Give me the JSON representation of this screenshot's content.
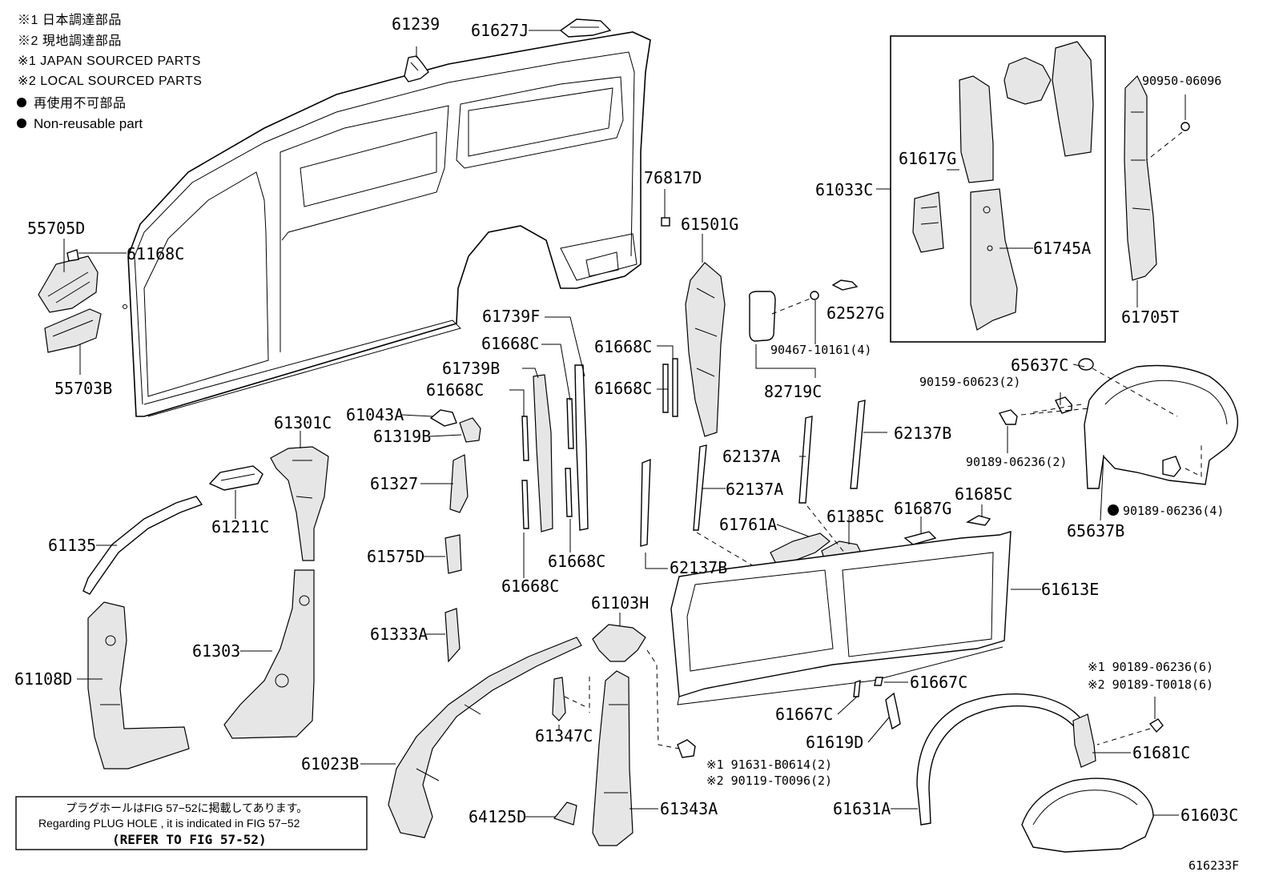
{
  "legend": {
    "line1": "※1  日本調達部品",
    "line2": "※2  現地調達部品",
    "line3": "※1  JAPAN SOURCED PARTS",
    "line4": "※2  LOCAL SOURCED PARTS",
    "line5": "再使用不可部品",
    "line6": "Non-reusable part"
  },
  "note": {
    "jp": "プラグホールはFIG 57−52に掲載してあります。",
    "en": "Regarding  PLUG  HOLE , it is indicated in FIG  57−52",
    "ref": "(REFER TO FIG 57-52)"
  },
  "figure_id": "616233F",
  "labels": {
    "p61239": "61239",
    "p61627J": "61627J",
    "p55705D": "55705D",
    "p61168C": "61168C",
    "p55703B": "55703B",
    "p76817D": "76817D",
    "p61501G": "61501G",
    "p61033C": "61033C",
    "p61617G": "61617G",
    "p61745A": "61745A",
    "p90950": "90950-06096",
    "p61705T": "61705T",
    "p62527G": "62527G",
    "p90467": "90467-10161(4)",
    "p82719C": "82719C",
    "p65637C": "65637C",
    "p90159": "90159-60623(2)",
    "p90189a": "90189-06236(2)",
    "p90189b": "90189-06236(4)",
    "p65637B": "65637B",
    "p61739F": "61739F",
    "p61668C_1": "61668C",
    "p61739B": "61739B",
    "p61668C_2": "61668C",
    "p61668C_3": "61668C",
    "p61668C_4": "61668C",
    "p61668C_5": "61668C",
    "p61668C_6": "61668C",
    "p61043A": "61043A",
    "p61319B": "61319B",
    "p61327": "61327",
    "p61575D": "61575D",
    "p61333A": "61333A",
    "p61301C": "61301C",
    "p61211C": "61211C",
    "p61135": "61135",
    "p61303": "61303",
    "p61108D": "61108D",
    "p62137A_1": "62137A",
    "p62137A_2": "62137A",
    "p62137B_1": "62137B",
    "p62137B_2": "62137B",
    "p61761A": "61761A",
    "p61385C": "61385C",
    "p61687G": "61687G",
    "p61685C": "61685C",
    "p61613E": "61613E",
    "p61103H": "61103H",
    "p61347C": "61347C",
    "p61023B": "61023B",
    "p64125D": "64125D",
    "p61343A": "61343A",
    "p91631": "※1 91631-B0614(2)",
    "p90119": "※2 90119-T0096(2)",
    "p61667C_1": "61667C",
    "p61667C_2": "61667C",
    "p61619D": "61619D",
    "p90189c": "※1 90189-06236(6)",
    "p90189d": "※2 90189-T0018(6)",
    "p61681C": "61681C",
    "p61631A": "61631A",
    "p61603C": "61603C"
  }
}
